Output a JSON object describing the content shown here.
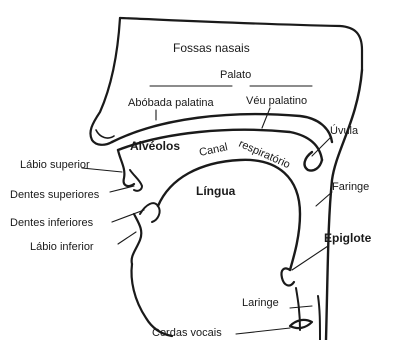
{
  "labels": {
    "fossas_nasais": "Fossas nasais",
    "palato": "Palato",
    "abobada_palatina": "Abóbada palatina",
    "veu_palatino": "Véu palatino",
    "alveolos": "Alvéolos",
    "canal_resp_1": "Canal",
    "canal_resp_2": "respiratório",
    "uvula": "Úvula",
    "labio_superior": "Lábio superior",
    "lingua": "Língua",
    "dentes_superiores": "Dentes superiores",
    "faringe": "Faringe",
    "dentes_inferiores": "Dentes inferiores",
    "labio_inferior": "Lábio inferior",
    "epiglote": "Epiglote",
    "laringe": "Laringe",
    "cordas_vocais": "Cordas vocais"
  }
}
